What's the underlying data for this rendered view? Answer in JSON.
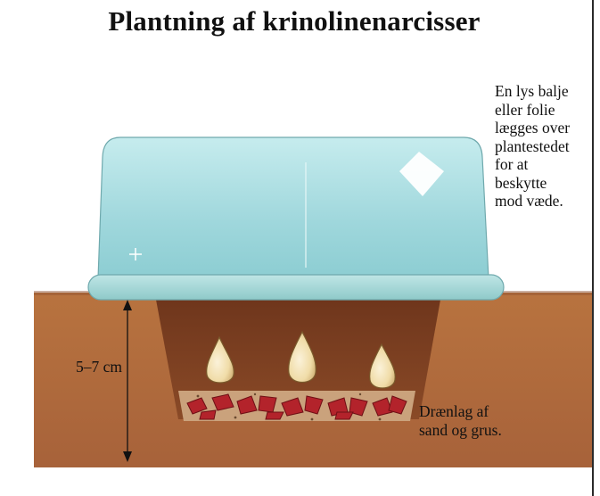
{
  "title": "Plantning af krinolinenarcisser",
  "labels": {
    "cover": [
      "En lys balje",
      "eller folie",
      "lægges over",
      "plantestedet",
      "for at",
      "beskytte",
      "mod væde."
    ],
    "depth": "5–7 cm",
    "drainage": [
      "Drænlag af",
      "sand og grus."
    ]
  },
  "colors": {
    "soil_outer": "#b06a3c",
    "soil_inner": "#7c3f22",
    "cover_fill": "#a9dce0",
    "drain_stones": "#b3232b"
  }
}
